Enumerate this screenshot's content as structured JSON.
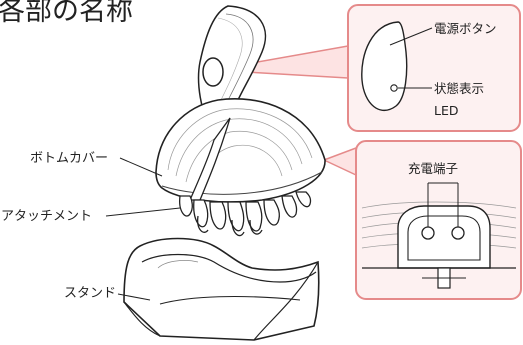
{
  "title": "各部の名称",
  "labels": {
    "bottom_cover": "ボトムカバー",
    "attachment": "アタッチメント",
    "stand": "スタンド",
    "power_button": "電源ボタン",
    "status_led_line1": "状態表示",
    "status_led_line2": "LED",
    "charging_terminal": "充電端子"
  },
  "colors": {
    "callout_border": "#e58a8a",
    "callout_fill": "#fdf1f1",
    "line": "#222222"
  }
}
